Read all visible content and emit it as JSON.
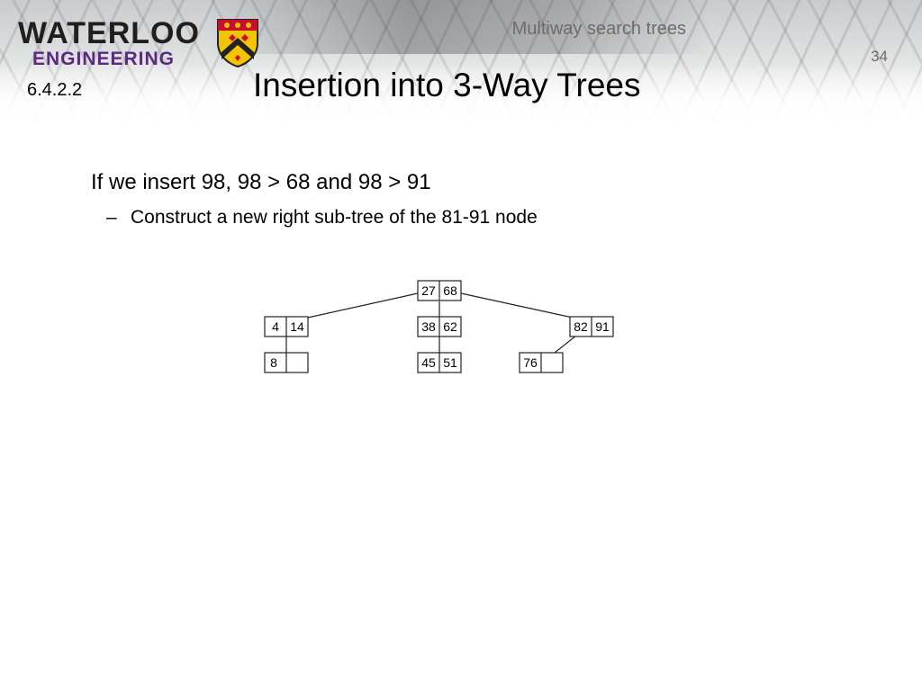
{
  "header": {
    "logo_line1": "WATERLOO",
    "logo_line2": "ENGINEERING",
    "crest_icon": "university-crest-icon",
    "topic": "Multiway search trees",
    "slide_number": "34",
    "brand_purple": "#5a2a82"
  },
  "slide": {
    "section": "6.4.2.2",
    "title": "Insertion into 3-Way Trees",
    "bullets": [
      {
        "level": 1,
        "text": "If we insert 98, 98 > 68 and 98 > 91"
      },
      {
        "level": 2,
        "marker": "–",
        "text": "Construct a new right sub-tree of the 81-91 node"
      }
    ]
  },
  "tree": {
    "root": {
      "keys": [
        "27",
        "68"
      ]
    },
    "level1": [
      {
        "keys": [
          "4",
          "14"
        ]
      },
      {
        "keys": [
          "38",
          "62"
        ]
      },
      {
        "keys": [
          "82",
          "91"
        ]
      }
    ],
    "level2": [
      {
        "keys": [
          "8",
          ""
        ]
      },
      {
        "keys": [
          "45",
          "51"
        ]
      },
      {
        "keys": [
          "76",
          ""
        ]
      }
    ]
  }
}
